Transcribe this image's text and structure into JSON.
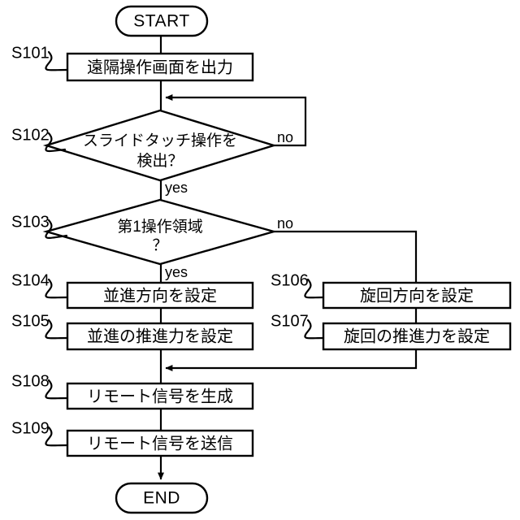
{
  "diagram": {
    "title": "Flowchart",
    "language": "ja",
    "stroke_color": "#000000",
    "fill_color": "#ffffff",
    "background": "#ffffff"
  },
  "nodes": {
    "start": {
      "label": "START",
      "shape": "terminator"
    },
    "end": {
      "label": "END",
      "shape": "terminator"
    },
    "s101": {
      "step": "S101",
      "label": "遠隔操作画面を出力",
      "shape": "process"
    },
    "s102": {
      "step": "S102",
      "label_line1": "スライドタッチ操作を",
      "label_line2": "検出？",
      "shape": "decision"
    },
    "s103": {
      "step": "S103",
      "label_line1": "第1操作領域",
      "label_line2": "？",
      "shape": "decision"
    },
    "s104": {
      "step": "S104",
      "label": "並進方向を設定",
      "shape": "process"
    },
    "s105": {
      "step": "S105",
      "label": "並進の推進力を設定",
      "shape": "process"
    },
    "s106": {
      "step": "S106",
      "label": "旋回方向を設定",
      "shape": "process"
    },
    "s107": {
      "step": "S107",
      "label": "旋回の推進力を設定",
      "shape": "process"
    },
    "s108": {
      "step": "S108",
      "label": "リモート信号を生成",
      "shape": "process"
    },
    "s109": {
      "step": "S109",
      "label": "リモート信号を送信",
      "shape": "process"
    }
  },
  "branch_labels": {
    "s102_no": "no",
    "s102_yes": "yes",
    "s103_no": "no",
    "s103_yes": "yes"
  }
}
